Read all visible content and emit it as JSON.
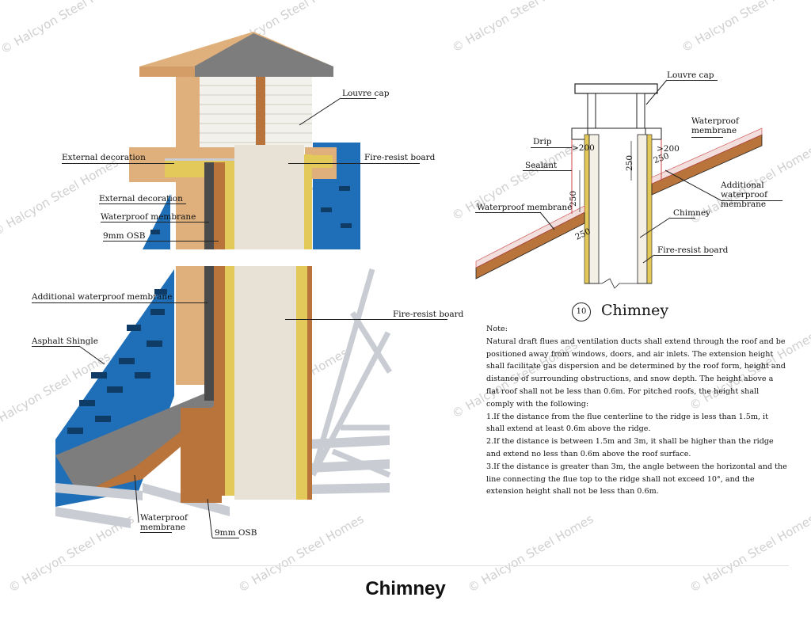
{
  "watermark": "© Halcyon Steel Homes",
  "left_top_labels": {
    "louvre_cap": "Louvre cap",
    "external_decoration_1": "External decoration",
    "fire_resist_board": "Fire-resist board",
    "external_decoration_2": "External decoration",
    "waterproof_membrane": "Waterproof membrane",
    "osb": "9mm OSB"
  },
  "left_bottom_labels": {
    "additional_waterproof": "Additional waterproof membrane",
    "asphalt_shingle": "Asphalt Shingle",
    "fire_resist_board": "Fire-resist board",
    "waterproof_membrane": "Waterproof membrane",
    "osb": "9mm OSB"
  },
  "section_labels": {
    "louvre_cap": "Louvre cap",
    "drip": "Drip",
    "sealant": "Sealant",
    "waterproof_membrane_right": "Waterproof membrane",
    "additional_waterproof": "Additional waterproof membrane",
    "chimney": "Chimney",
    "waterproof_membrane_left": "Waterproof membrane",
    "fire_resist_board": "Fire-resist board",
    "dim_200_left": ">200",
    "dim_200_right": ">200",
    "dim_250_a": "250",
    "dim_250_b": "250",
    "dim_250_c": "250",
    "dim_250_d": "250"
  },
  "figure": {
    "number": "10",
    "title": "Chimney"
  },
  "notes": {
    "heading": "Note:",
    "intro": "Natural draft flues and ventilation ducts shall extend through the roof and be positioned away from windows, doors, and air inlets. The extension height shall facilitate gas dispersion and be determined by the roof form, height and distance of surrounding obstructions, and snow depth. The height above a flat roof shall not be less than 0.6m. For pitched roofs, the height shall comply with the following:",
    "items": [
      "1.If the distance from the flue centerline to the ridge is less than 1.5m, it shall extend at least 0.6m above the ridge.",
      "2.If the distance is between 1.5m and 3m, it shall be higher than the ridge and extend no less than 0.6m above the roof surface.",
      "3.If the distance is greater than 3m, the angle between the horizontal and the line connecting the flue top to the ridge shall not exceed 10°, and the extension height shall not be less than 0.6m."
    ]
  },
  "caption": "Chimney",
  "colors": {
    "shingle_blue": "#1f6fb8",
    "osb": "#b8743a",
    "insulation": "#e3c95a",
    "fire_board": "#e8e2d6",
    "cap_grey": "#7d7d7d",
    "cap_wood": "#e0b07c",
    "steel": "#c9cdd3"
  }
}
